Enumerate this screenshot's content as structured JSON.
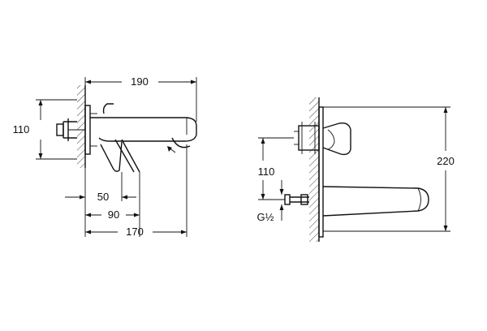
{
  "side_view": {
    "dims": {
      "overall_length": "190",
      "height": "110",
      "lever": "50",
      "spout_reach": "90",
      "total_depth": "170"
    }
  },
  "front_view": {
    "dims": {
      "inlet_height": "110",
      "total_height": "220",
      "thread": "G½"
    }
  }
}
